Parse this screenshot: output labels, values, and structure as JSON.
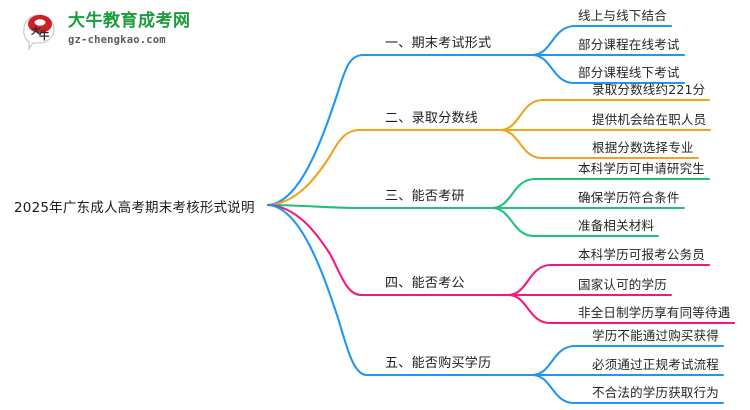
{
  "logo": {
    "mark_icon": "daniu-logo-icon",
    "title": "大牛教育成考网",
    "url": "gz-chengkao.com",
    "title_color": "#1a9c3c",
    "mark_color": "#cf2027"
  },
  "mindmap": {
    "root": {
      "label": "2025年广东成人高考期末考核形式说明"
    },
    "branches": [
      {
        "label": "一、期末考试形式",
        "color": "#2196f3",
        "children": [
          {
            "label": "线上与线下结合"
          },
          {
            "label": "部分课程在线考试"
          },
          {
            "label": "部分课程线下考试"
          }
        ]
      },
      {
        "label": "二、录取分数线",
        "color": "#efa320",
        "children": [
          {
            "label": "录取分数线约221分"
          },
          {
            "label": "提供机会给在职人员"
          },
          {
            "label": "根据分数选择专业"
          }
        ]
      },
      {
        "label": "三、能否考研",
        "color": "#1fc17b",
        "children": [
          {
            "label": "本科学历可申请研究生"
          },
          {
            "label": "确保学历符合条件"
          },
          {
            "label": "准备相关材料"
          }
        ]
      },
      {
        "label": "四、能否考公",
        "color": "#f5197f",
        "children": [
          {
            "label": "本科学历可报考公务员"
          },
          {
            "label": "国家认可的学历"
          },
          {
            "label": "非全日制学历享有同等待遇"
          }
        ]
      },
      {
        "label": "五、能否购买学历",
        "color": "#2196f3",
        "children": [
          {
            "label": "学历不能通过购买获得"
          },
          {
            "label": "必须通过正规考试流程"
          },
          {
            "label": "不合法的学历获取行为"
          }
        ]
      }
    ]
  }
}
